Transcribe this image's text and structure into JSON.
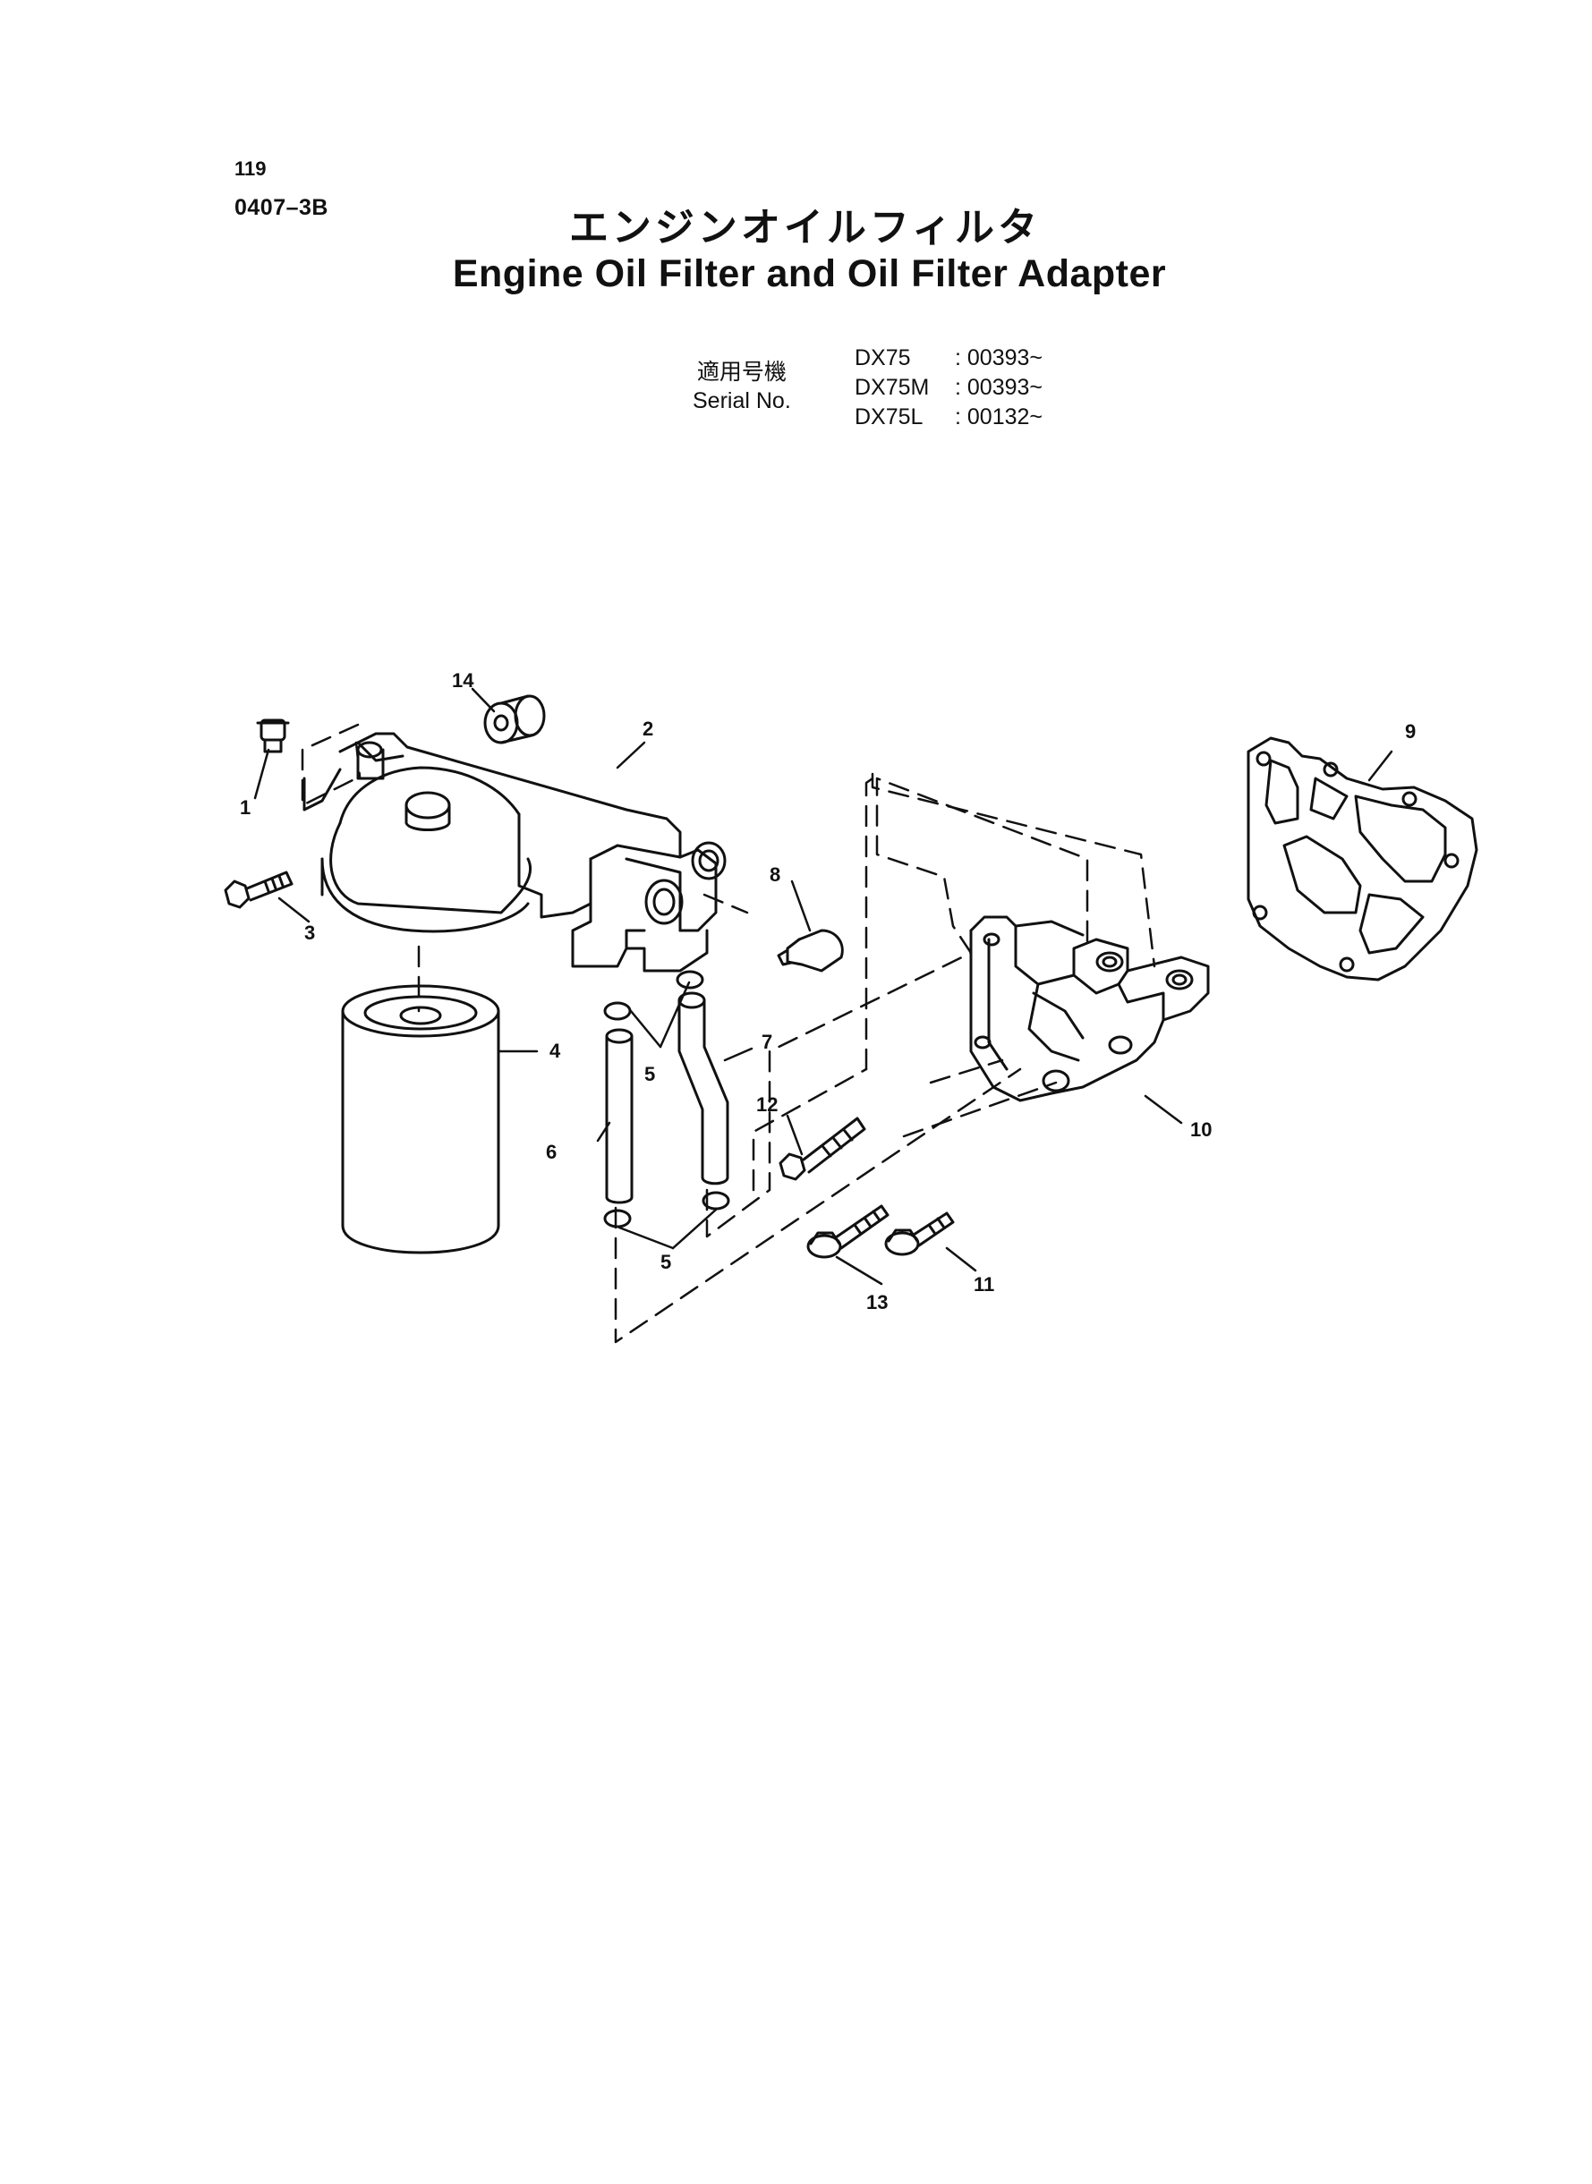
{
  "header": {
    "page_number": "119",
    "ref_code": "0407–3B",
    "title_ja": "エンジンオイルフィルタ",
    "title_en": "Engine Oil Filter and Oil Filter Adapter"
  },
  "serial": {
    "label_ja": "適用号機",
    "label_en": "Serial No.",
    "rows": [
      {
        "model": "DX75",
        "number": ": 00393~"
      },
      {
        "model": "DX75M",
        "number": ": 00393~"
      },
      {
        "model": "DX75L",
        "number": ": 00132~"
      }
    ]
  },
  "callouts": {
    "c1": "1",
    "c2": "2",
    "c3": "3",
    "c4": "4",
    "c5a": "5",
    "c5b": "5",
    "c6": "6",
    "c7": "7",
    "c8": "8",
    "c9": "9",
    "c10": "10",
    "c11": "11",
    "c12": "12",
    "c13": "13",
    "c14": "14"
  }
}
